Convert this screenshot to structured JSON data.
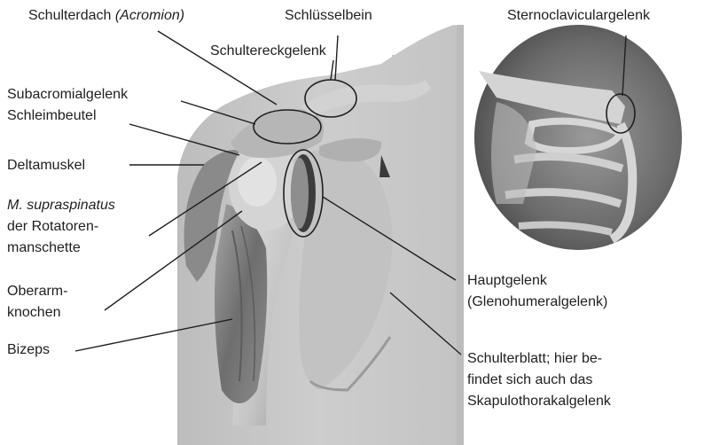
{
  "labels": {
    "schulterdach": "Schulterdach",
    "schulterdach_latin": "(Acromion)",
    "schluesselbein": "Schlüsselbein",
    "schultereckgelenk": "Schultereckgelenk",
    "sternoclavicular": "Sternoclaviculargelenk",
    "subacromial": "Subacromialgelenk",
    "schleimbeutel": "Schleimbeutel",
    "deltamuskel": "Deltamuskel",
    "supraspinatus": "M. supraspinatus",
    "rotator_line1": "der Rotatoren-",
    "rotator_line2": "manschette",
    "oberarm_line1": "Oberarm-",
    "oberarm_line2": "knochen",
    "bizeps": "Bizeps",
    "haupt_line1": "Hauptgelenk",
    "haupt_line2": "(Glenohumeralgelenk)",
    "blatt_line1": "Schulterblatt; hier be-",
    "blatt_line2": "findet sich auch das",
    "blatt_line3": "Skapulothorakalgelenk"
  },
  "colors": {
    "body": "#c9c9c9",
    "body_dark": "#b4b4b4",
    "bone": "#d8d8d8",
    "bone_shadow": "#9a9a9a",
    "muscle": "#7a7a7a",
    "inset_bg": "#6e6e6e",
    "line": "#1f1f1f"
  }
}
